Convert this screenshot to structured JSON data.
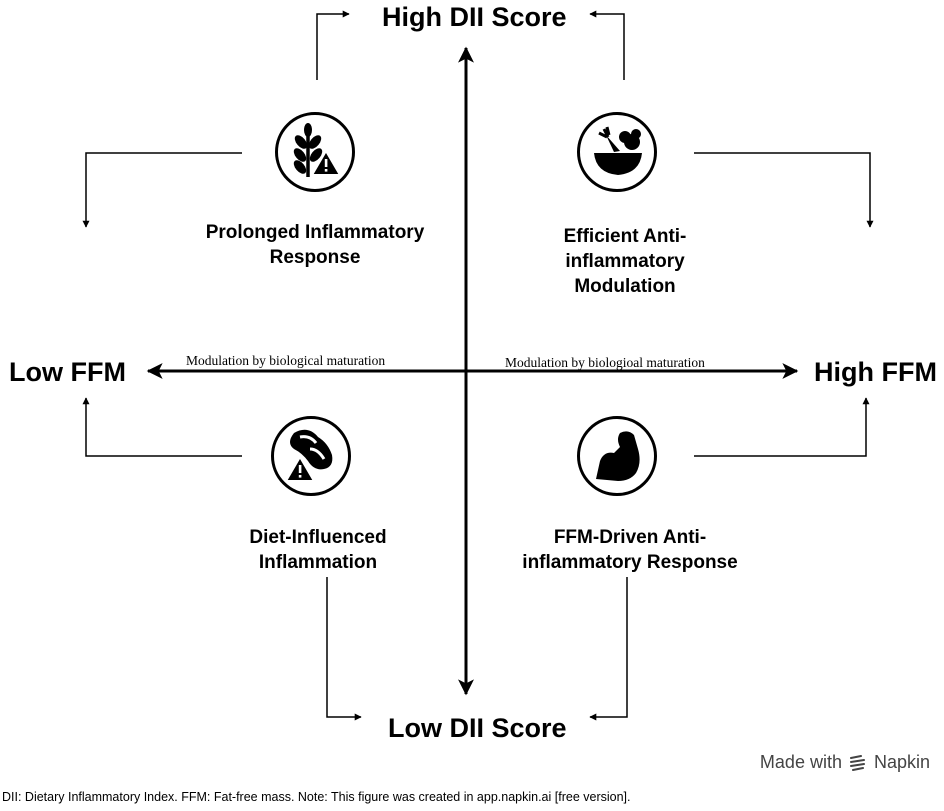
{
  "axes": {
    "top": "High DII Score",
    "bottom": "Low DII Score",
    "left": "Low FFM",
    "right": "High FFM",
    "left_note": "Modulation by biological maturation",
    "right_note": "Modulation by biologioal maturation"
  },
  "quadrants": {
    "top_left": {
      "label": "Prolonged Inflammatory\nResponse",
      "icon": "wheat-warning-icon"
    },
    "top_right": {
      "label": "Efficient Anti-\ninflammatory\nModulation",
      "icon": "food-bowl-icon"
    },
    "bottom_left": {
      "label": "Diet-Influenced\nInflammation",
      "icon": "meat-warning-icon"
    },
    "bottom_right": {
      "label": "FFM-Driven Anti-\ninflammatory Response",
      "icon": "flexed-arm-icon"
    }
  },
  "watermark": {
    "prefix": "Made with",
    "brand": "Napkin",
    "icon": "napkin-logo-icon"
  },
  "caption": "DII: Dietary Inflammatory Index. FFM: Fat-free mass. Note: This figure was created in app.napkin.ai [free version].",
  "colors": {
    "ink": "#000000",
    "watermark": "#444444",
    "background": "#ffffff"
  }
}
